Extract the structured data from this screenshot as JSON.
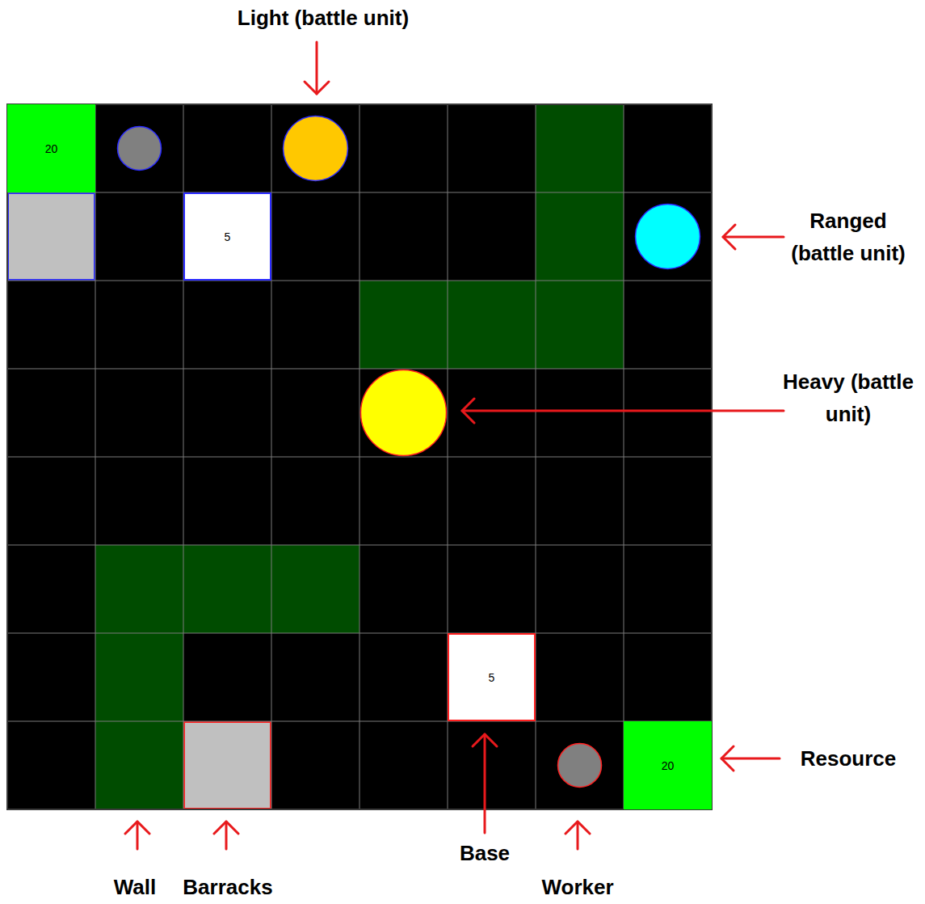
{
  "diagram": {
    "nodes": [
      {
        "text": [
          "20"
        ]
      },
      {
        "text": [
          "5"
        ]
      },
      {
        "text": [
          "5"
        ]
      },
      {
        "text": [
          "20"
        ]
      }
    ],
    "labels": [
      "Light (battle unit)",
      "Ranged (battle unit)",
      "Heavy (battle unit)",
      "Resource",
      "Wall",
      "Barracks",
      "Base",
      "Worker"
    ]
  }
}
